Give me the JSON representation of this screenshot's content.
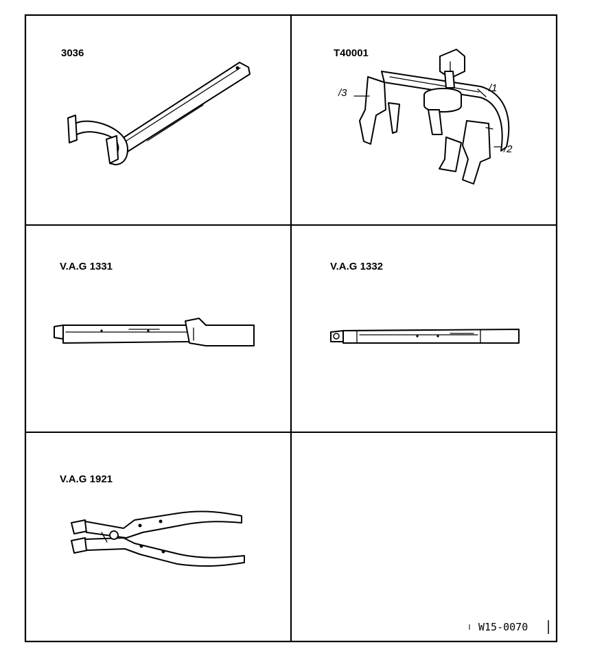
{
  "cells": [
    {
      "label": "3036",
      "parts": []
    },
    {
      "label": "T40001",
      "parts": [
        "/1",
        "/2",
        "/3"
      ]
    },
    {
      "label": "V.A.G 1331",
      "parts": []
    },
    {
      "label": "V.A.G 1332",
      "parts": []
    },
    {
      "label": "V.A.G 1921",
      "parts": []
    },
    {
      "label": "",
      "parts": []
    }
  ],
  "figure_code": "W15-0070",
  "icons": [
    "spanner-icon",
    "puller-icon",
    "torque-wrench-icon",
    "torque-wrench-icon",
    "hose-clip-pliers-icon"
  ]
}
